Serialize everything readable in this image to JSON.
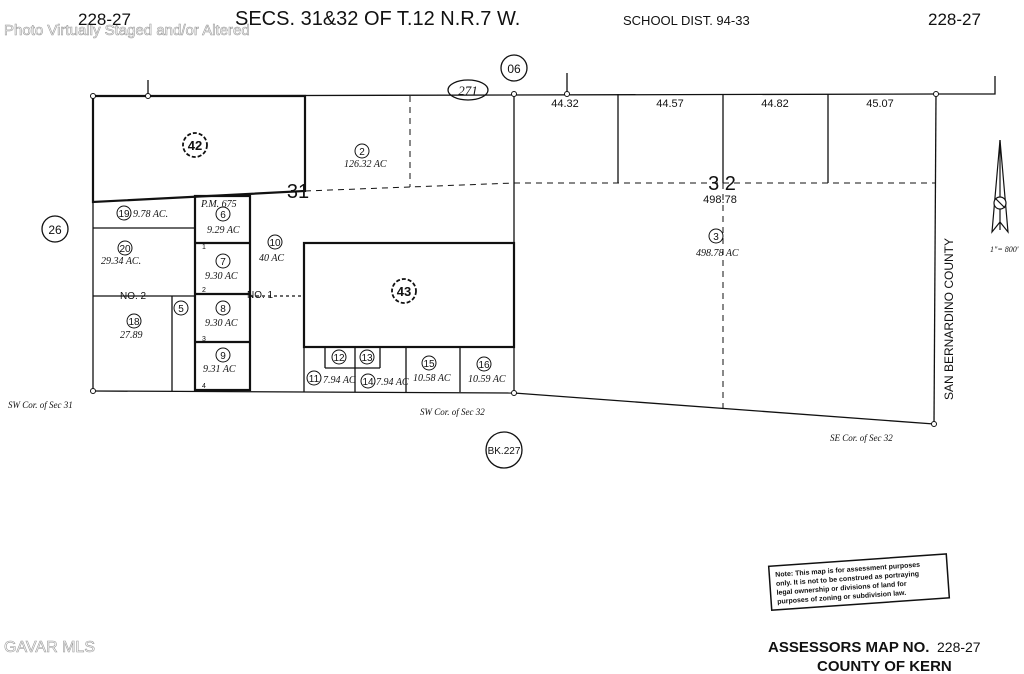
{
  "watermark": "Photo Virtually Staged and/or Altered",
  "source_badge": "GAVAR MLS",
  "header": {
    "left_page": "228-27",
    "title": "SECS. 31&32  OF  T.12 N.R.7 W.",
    "school_dist": "SCHOOL DIST. 94-33",
    "right_page": "228-27"
  },
  "book_refs": {
    "top": "271",
    "top_circle": "06",
    "left_circle": "26",
    "bottom_book": "BK.227"
  },
  "section_labels": {
    "sec31": "31",
    "sec32": "3 2",
    "sec32_area": "498.78"
  },
  "lot_widths": [
    "44.32",
    "44.57",
    "44.82",
    "45.07"
  ],
  "parcels": [
    {
      "id": "42",
      "label": "42",
      "dashed": true
    },
    {
      "id": "43",
      "label": "43",
      "dashed": true
    },
    {
      "id": "2",
      "label": "2",
      "area": "126.32 AC"
    },
    {
      "id": "3",
      "label": "3",
      "area": "498.78 AC"
    },
    {
      "id": "5",
      "label": "5",
      "area": ""
    },
    {
      "id": "6",
      "label": "6",
      "area": "9.29 AC"
    },
    {
      "id": "7",
      "label": "7",
      "area": "9.30 AC"
    },
    {
      "id": "8",
      "label": "8",
      "area": "9.30 AC"
    },
    {
      "id": "9",
      "label": "9",
      "area": "9.31 AC"
    },
    {
      "id": "10",
      "label": "10",
      "area": "40 AC"
    },
    {
      "id": "11",
      "label": "11",
      "area": "7.94 AC"
    },
    {
      "id": "12",
      "label": "12",
      "area": ""
    },
    {
      "id": "13",
      "label": "13",
      "area": ""
    },
    {
      "id": "14",
      "label": "14",
      "area": "7.94 AC"
    },
    {
      "id": "15",
      "label": "15",
      "area": "10.58 AC"
    },
    {
      "id": "16",
      "label": "16",
      "area": "10.59 AC"
    },
    {
      "id": "18",
      "label": "18",
      "area": "27.89"
    },
    {
      "id": "19",
      "label": "19",
      "area": "9.78 AC."
    },
    {
      "id": "20",
      "label": "20",
      "area": "29.34 AC."
    }
  ],
  "pm_label": "P.M. 675",
  "pm_lot_numbers": [
    "1",
    "2",
    "3",
    "4"
  ],
  "no_labels": {
    "no2": "NO. 2",
    "no1": "NO. 1"
  },
  "corners": {
    "sw31": "SW Cor. of Sec 31",
    "sw32": "SW Cor. of Sec 32",
    "se32": "SE Cor. of Sec 32"
  },
  "county_line": "SAN  BERNARDINO  COUNTY",
  "scale": "1\"= 800'",
  "note": [
    "Note: This map is for assessment purposes",
    "only. It is not to be construed as portraying",
    "legal ownership or divisions of land for",
    "purposes of zoning or subdivision law."
  ],
  "footer": {
    "map_no_label": "ASSESSORS MAP NO.",
    "map_no_value": "228-27",
    "county": "COUNTY OF KERN"
  }
}
